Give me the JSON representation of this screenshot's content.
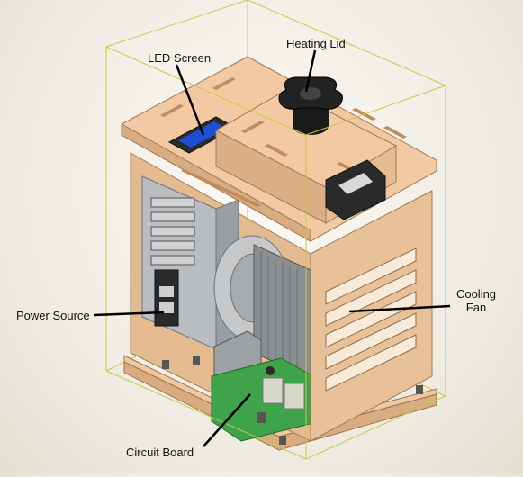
{
  "labels": {
    "heating_lid": "Heating Lid",
    "led_screen": "LED Screen",
    "power_source": "Power Source",
    "cooling_fan_line1": "Cooling",
    "cooling_fan_line2": "Fan",
    "circuit_board": "Circuit Board"
  },
  "colors": {
    "wood_top": "#f2c9a3",
    "wood_side": "#e0b48a",
    "wood_edge": "#c89868",
    "bounding_box": "#c8c84a",
    "led_screen": "#1f4fd6",
    "pcb": "#3ea34a",
    "knob": "#1a1a1a",
    "leader_line": "#000000"
  }
}
